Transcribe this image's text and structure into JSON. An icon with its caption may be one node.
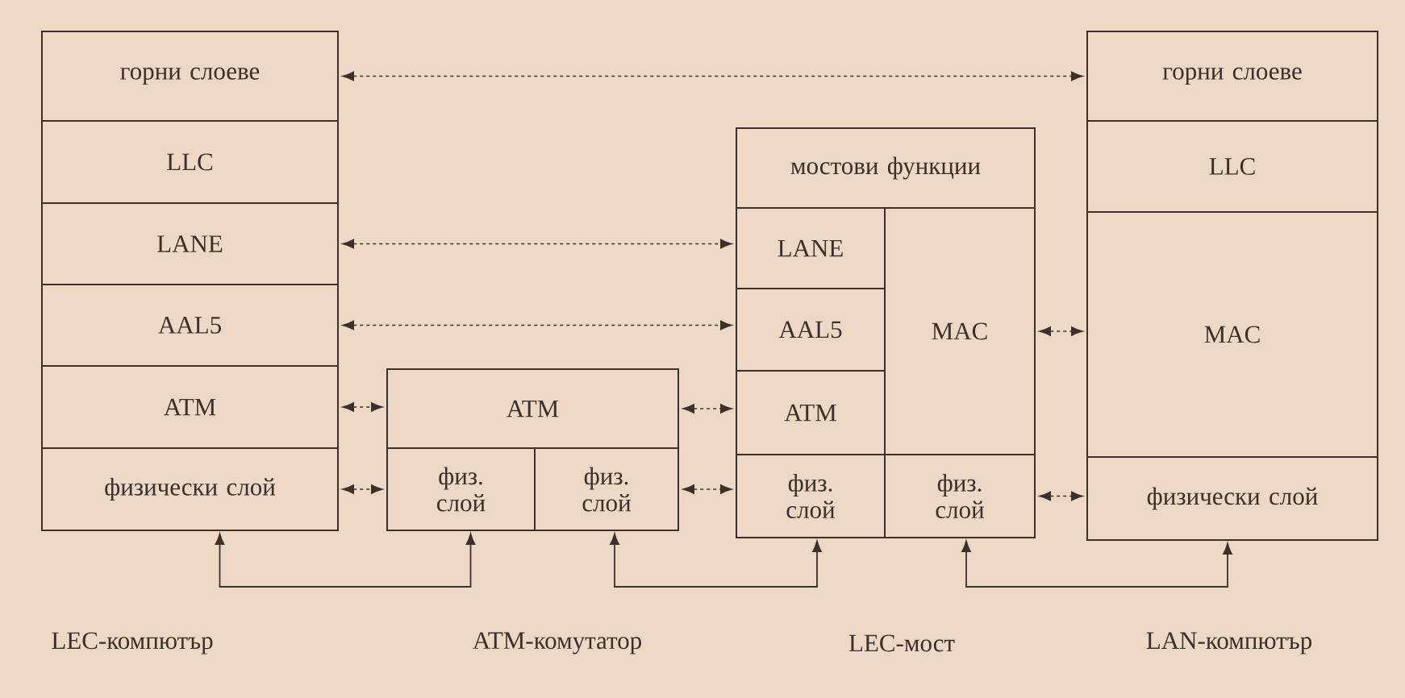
{
  "diagram": {
    "nodes": [
      {
        "text": [
          "горни слоеве"
        ]
      },
      {
        "text": [
          "LLC"
        ]
      },
      {
        "text": [
          "LANE"
        ]
      },
      {
        "text": [
          "AAL5"
        ]
      },
      {
        "text": [
          "ATM"
        ]
      },
      {
        "text": [
          "физически слой"
        ]
      },
      {
        "text": [
          "ATM"
        ]
      },
      {
        "text": [
          "физ. слой"
        ]
      },
      {
        "text": [
          "физ. слой"
        ]
      },
      {
        "text": [
          "мостови функции"
        ]
      },
      {
        "text": [
          "LANE"
        ]
      },
      {
        "text": [
          "AAL5"
        ]
      },
      {
        "text": [
          "ATM"
        ]
      },
      {
        "text": [
          "физ. слой"
        ]
      },
      {
        "text": [
          "MAC"
        ]
      },
      {
        "text": [
          "физ. слой"
        ]
      },
      {
        "text": [
          "горни слоеве"
        ]
      },
      {
        "text": [
          "LLC"
        ]
      },
      {
        "text": [
          "MAC"
        ]
      },
      {
        "text": [
          "физически слой"
        ]
      }
    ],
    "edges": [
      {
        "from": 0,
        "to": 16,
        "arrow": "both",
        "style": "dashed"
      },
      {
        "from": 2,
        "to": 10,
        "arrow": "both",
        "style": "dashed"
      },
      {
        "from": 3,
        "to": 11,
        "arrow": "both",
        "style": "dashed"
      },
      {
        "from": 4,
        "to": 6,
        "arrow": "both",
        "style": "dashed"
      },
      {
        "from": 5,
        "to": 7,
        "arrow": "both",
        "style": "dashed"
      },
      {
        "from": 6,
        "to": 12,
        "arrow": "both",
        "style": "dashed"
      },
      {
        "from": 8,
        "to": 13,
        "arrow": "both",
        "style": "dashed"
      },
      {
        "from": 14,
        "to": 18,
        "arrow": "both",
        "style": "dashed"
      },
      {
        "from": 15,
        "to": 19,
        "arrow": "both",
        "style": "dashed"
      },
      {
        "from": 5,
        "to": 7,
        "arrow": "both"
      },
      {
        "from": 8,
        "to": 13,
        "arrow": "both"
      },
      {
        "from": 15,
        "to": 19,
        "arrow": "both"
      }
    ],
    "labels": [
      "LEC-компютър",
      "ATM-комутатор",
      "LEC-мост",
      "LAN-компютър"
    ]
  }
}
